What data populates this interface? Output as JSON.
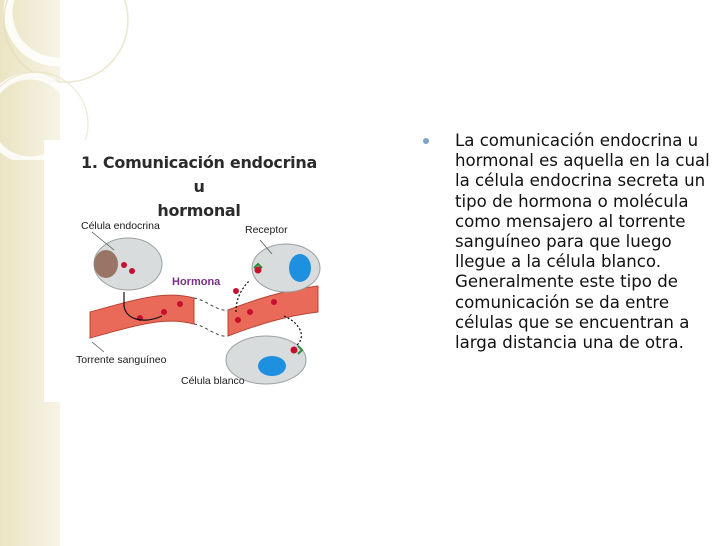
{
  "figure": {
    "title_line1": "1. Comunicación endocrina u",
    "title_line2": "hormonal",
    "label_endocrine_cell": "Célula endocrina",
    "label_receptor": "Receptor",
    "label_hormone": "Hormona",
    "label_bloodstream": "Torrente sanguíneo",
    "label_target_cell": "Célula blanco"
  },
  "content": {
    "paragraph": "La comunicación endocrina u hormonal es aquella en la cual la célula endocrina secreta un tipo de hormona o molécula como mensajero al torrente sanguíneo para que luego llegue a la célula blanco. Generalmente este tipo de comunicación se da entre células que se encuentran a larga distancia una de otra."
  },
  "colors": {
    "side_band": "#efe9cf",
    "bullet": "#7fa3c9",
    "vessel": "#e96a58",
    "cell": "#d9dcdd",
    "nucleus_endocrine": "#9a7565",
    "nucleus_target": "#1f8fe0",
    "hormone_dot": "#c8102e"
  }
}
